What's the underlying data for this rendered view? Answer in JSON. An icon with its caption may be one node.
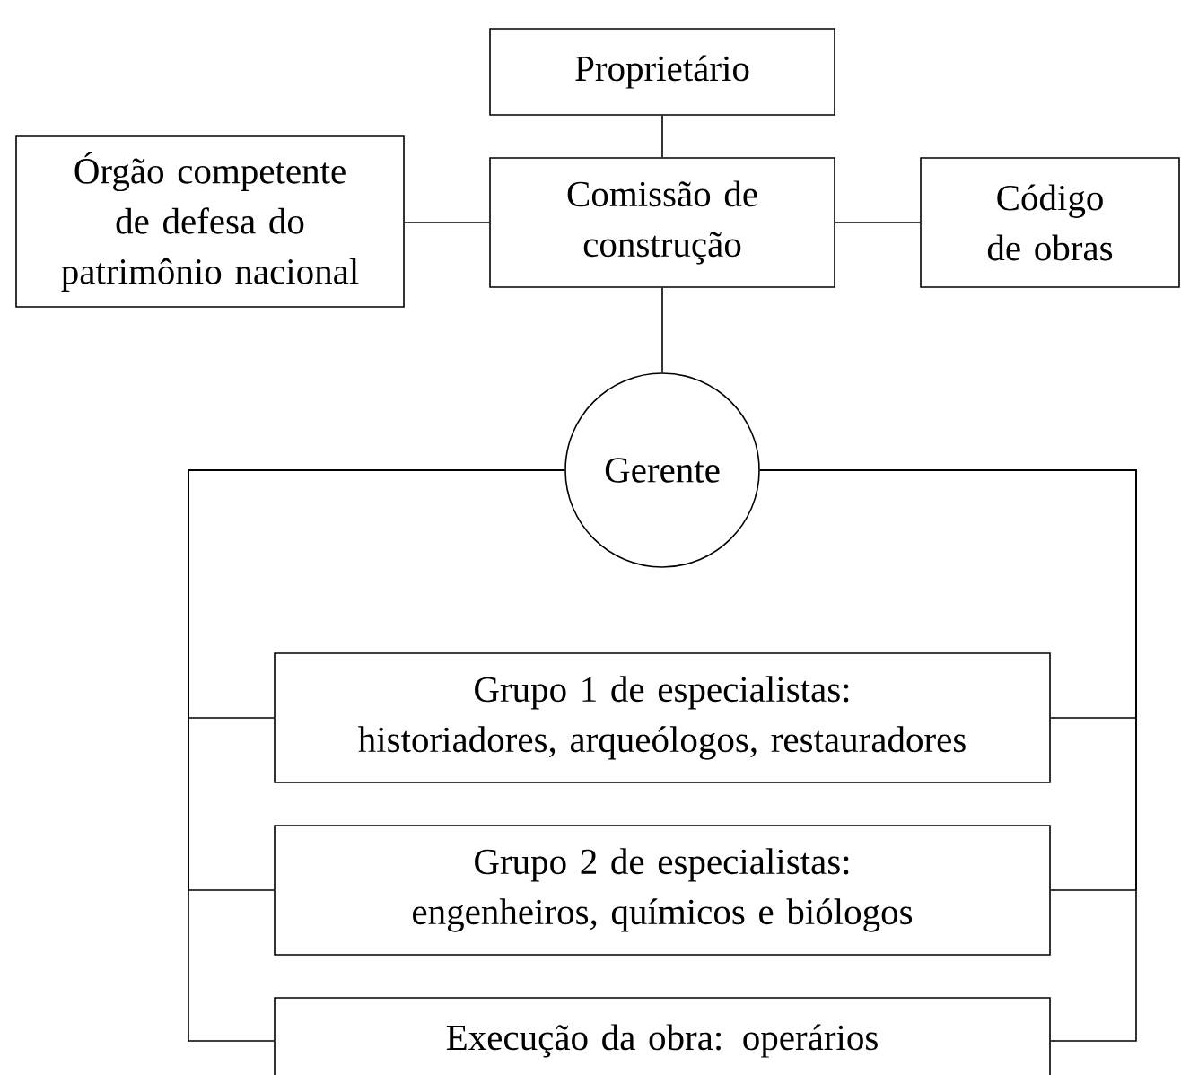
{
  "diagram": {
    "nodes": [
      {
        "text": [
          "Proprietário"
        ]
      },
      {
        "text": [
          "Órgão competente de defesa do patrimônio nacional"
        ]
      },
      {
        "text": [
          "Comissão de construção"
        ]
      },
      {
        "text": [
          "Código de obras"
        ]
      },
      {
        "text": [
          "Gerente"
        ]
      },
      {
        "text": [
          "Grupo 1 de especialistas:",
          "historiadores, arqueólogos, restauradores"
        ]
      },
      {
        "text": [
          "Grupo 2 de especialistas:",
          "engenheiros, químicos e biólogos"
        ]
      },
      {
        "text": [
          "Execução da obra: operários"
        ]
      }
    ],
    "edges": [
      {
        "from": 0,
        "to": 2,
        "arrow": "none"
      },
      {
        "from": 1,
        "to": 2,
        "arrow": "none"
      },
      {
        "from": 2,
        "to": 3,
        "arrow": "none"
      },
      {
        "from": 2,
        "to": 4,
        "arrow": "none"
      },
      {
        "from": 4,
        "to": 5,
        "arrow": "none"
      },
      {
        "from": 4,
        "to": 6,
        "arrow": "none"
      },
      {
        "from": 4,
        "to": 7,
        "arrow": "none"
      },
      {
        "from": 4,
        "to": 5,
        "arrow": "none"
      },
      {
        "from": 4,
        "to": 6,
        "arrow": "none"
      },
      {
        "from": 4,
        "to": 7,
        "arrow": "none"
      }
    ]
  }
}
